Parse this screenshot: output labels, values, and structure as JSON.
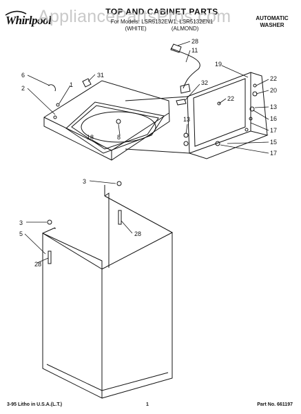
{
  "header": {
    "brand": "Whirlpool",
    "title": "TOP AND CABINET PARTS",
    "watermark": "AppliancePartsPros.com",
    "models_line": "For Models: LSR5132EW1, LSR5132EN1",
    "color_white": "(WHITE)",
    "color_almond": "(ALMOND)",
    "product_line1": "AUTOMATIC",
    "product_line2": "WASHER"
  },
  "diagram": {
    "callouts": [
      "28",
      "11",
      "19",
      "22",
      "20",
      "13",
      "16",
      "17",
      "15",
      "17",
      "22",
      "32",
      "13",
      "18",
      "8",
      "6",
      "2",
      "1",
      "31",
      "3",
      "3",
      "28",
      "5",
      "28"
    ]
  },
  "footer": {
    "litho": "3-95 Litho in U.S.A.(L.T.)",
    "page_number": "1",
    "part_no": "Part No. 661197"
  }
}
